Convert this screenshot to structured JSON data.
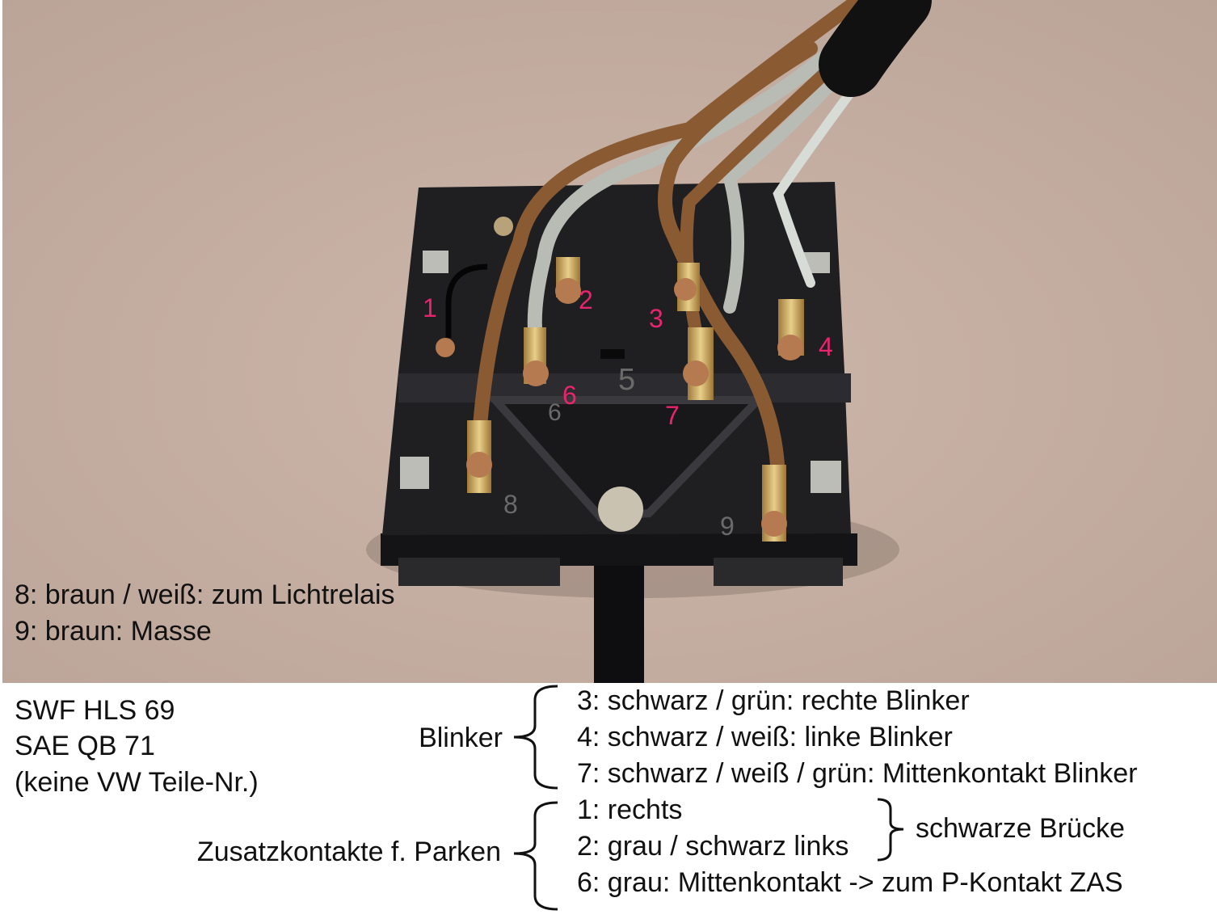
{
  "photo": {
    "pin_labels": [
      "1",
      "2",
      "3",
      "4",
      "6",
      "7"
    ],
    "molded_numbers": [
      "5",
      "6",
      "8",
      "9"
    ],
    "caption_lines": [
      "8: braun / weiß: zum Lichtrelais",
      "9: braun: Masse"
    ]
  },
  "part_info": [
    "SWF HLS 69",
    "SAE QB 71",
    "(keine VW Teile-Nr.)"
  ],
  "blinker": {
    "group_label": "Blinker",
    "lines": [
      "3: schwarz / grün: rechte Blinker",
      "4: schwarz / weiß: linke Blinker",
      "7: schwarz / weiß / grün:  Mittenkontakt Blinker"
    ]
  },
  "parken": {
    "group_label": "Zusatzkontakte f. Parken",
    "lines": [
      "1: rechts",
      "2: grau / schwarz links",
      "6: grau: Mittenkontakt -> zum P-Kontakt ZAS"
    ],
    "bridge_label": "schwarze Brücke"
  },
  "colors": {
    "pin_label": "#e8246e",
    "background": "#c9b3a6",
    "switch_body": "#1e1e20",
    "brown_wire": "#8a5a32",
    "grey_wire": "#b9bcb4"
  }
}
